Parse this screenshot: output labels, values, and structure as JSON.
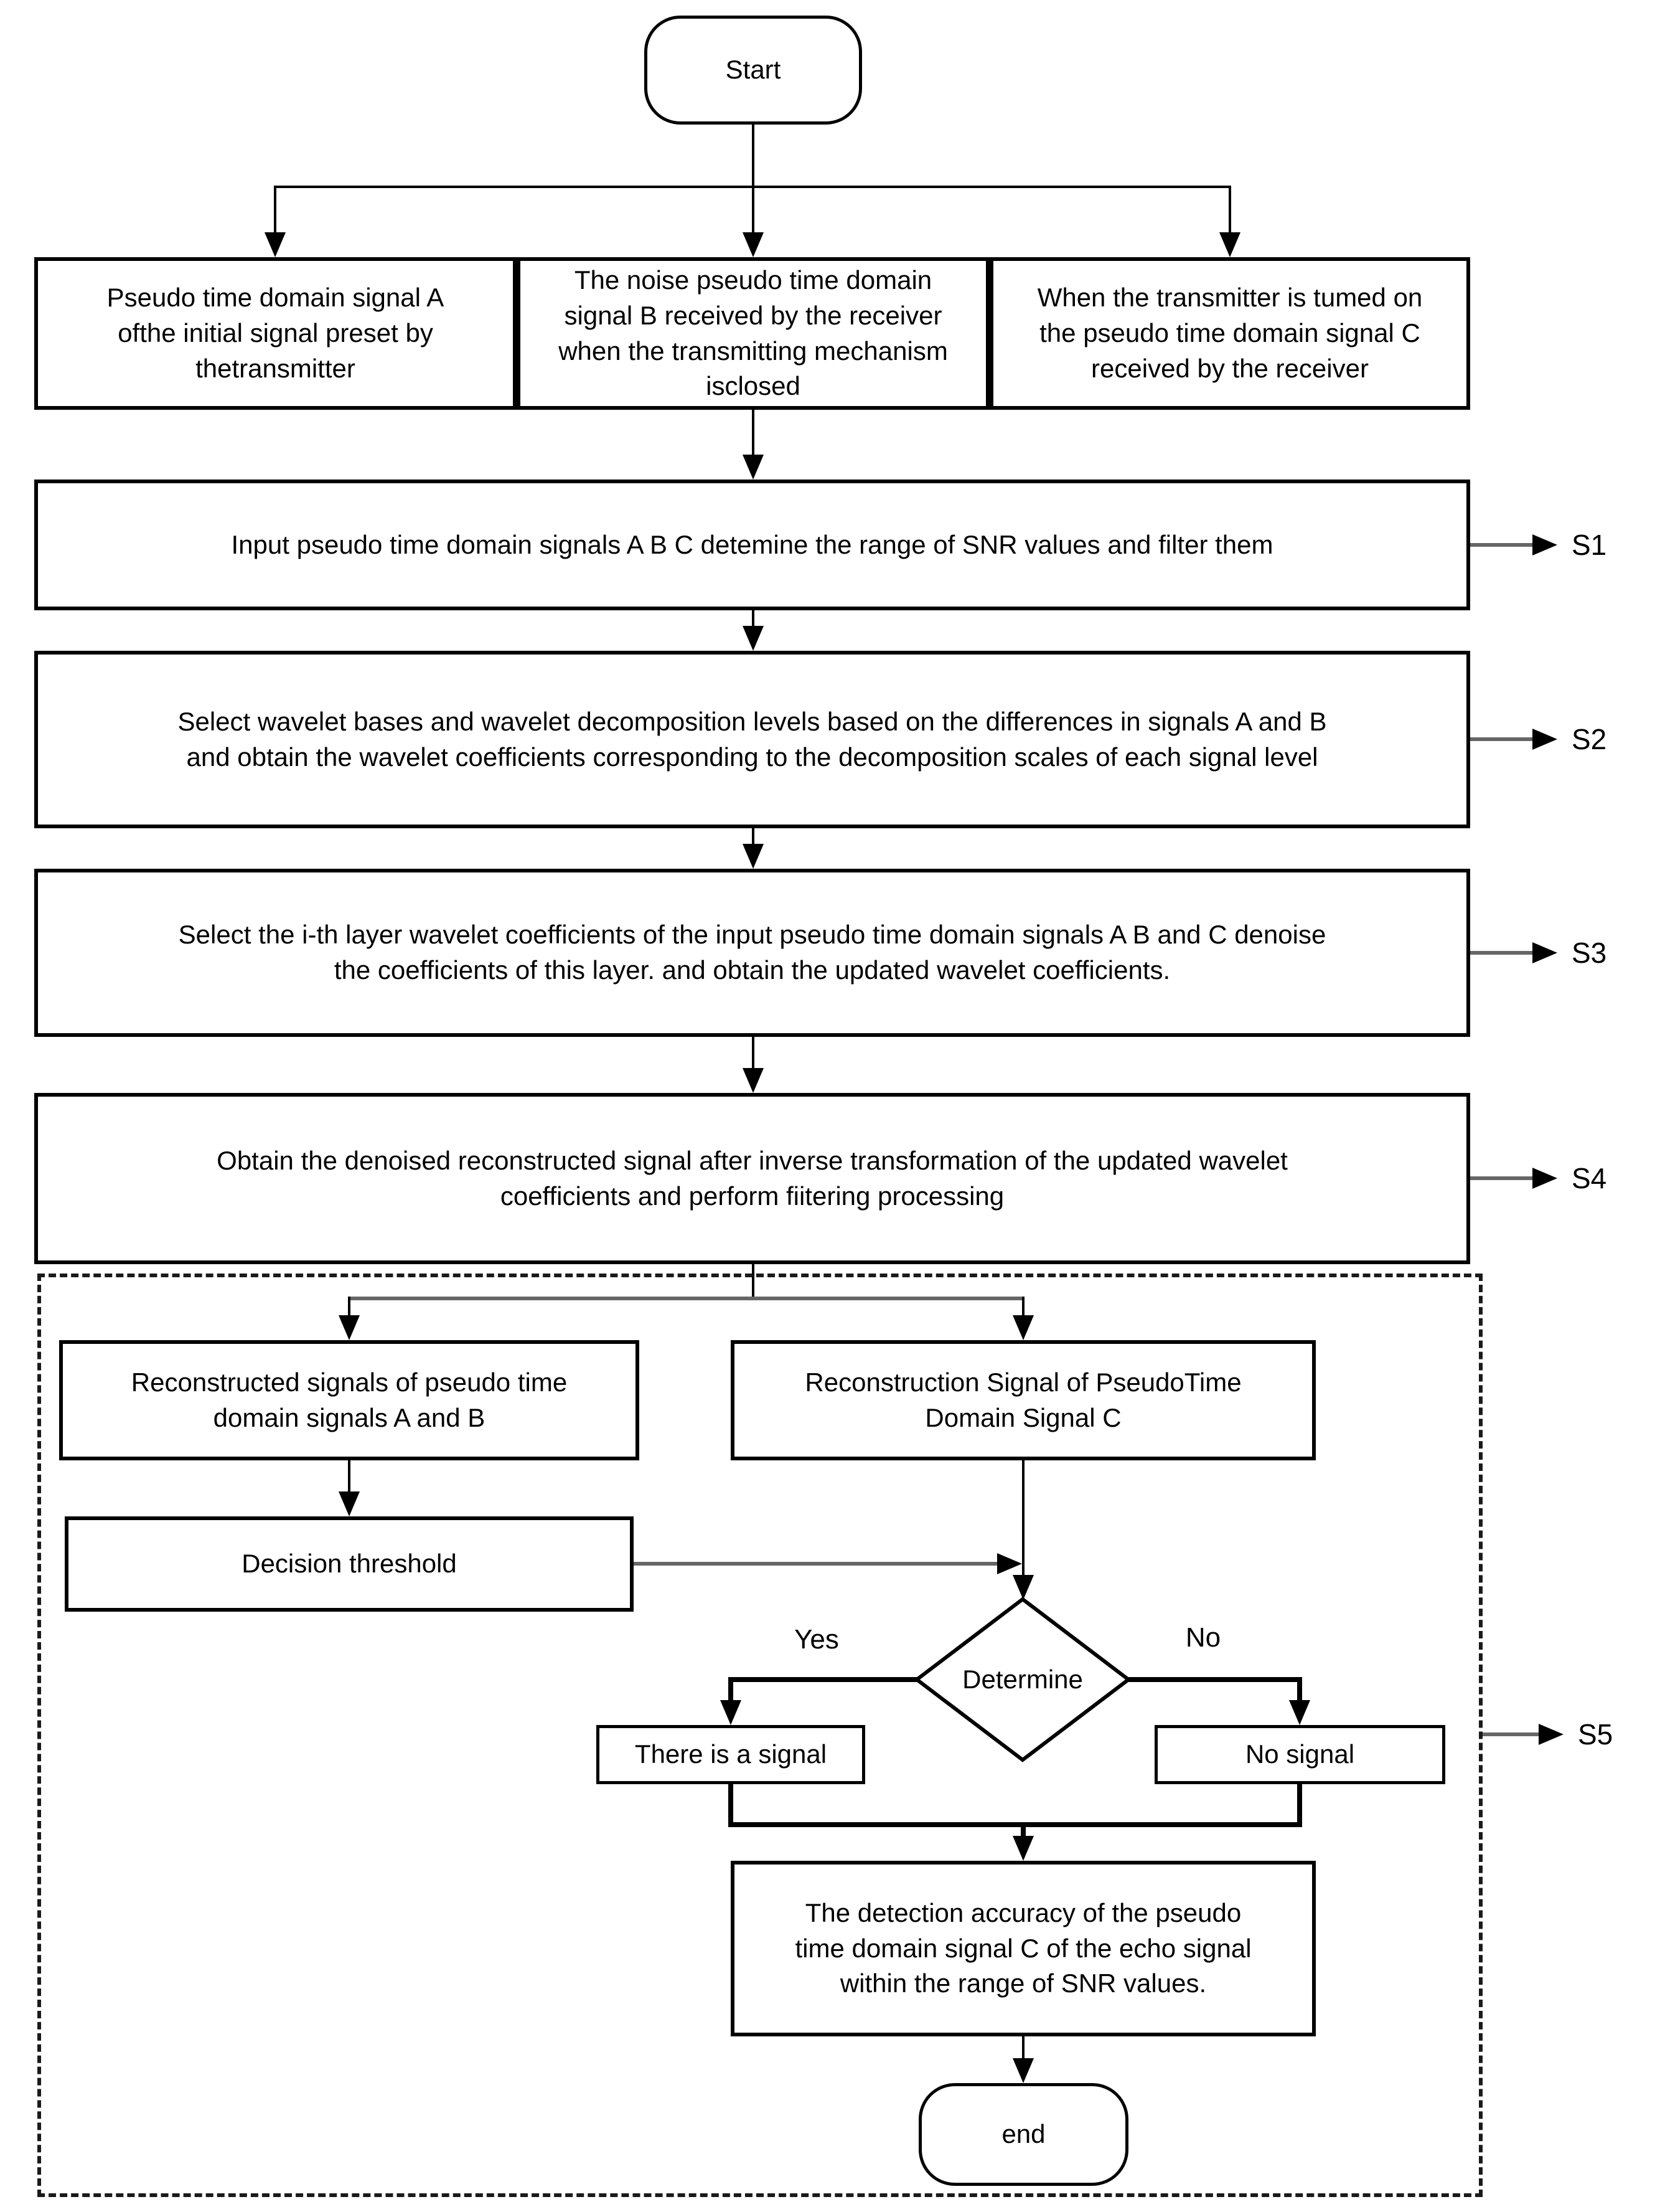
{
  "colors": {
    "line": "#000000",
    "connector_gray": "#666666",
    "background": "#ffffff"
  },
  "flowchart": {
    "start": "Start",
    "inputs": {
      "signal_a": "Pseudo time domain signal A\nofthe initial signal preset by\nthetransmitter",
      "signal_b": "The noise pseudo time domain\nsignal B received by the receiver\nwhen the transmitting mechanism\nisclosed",
      "signal_c": "When the transmitter is tumed on\nthe pseudo time domain signal C\nreceived by the receiver"
    },
    "steps": {
      "s1": {
        "label": "S1",
        "text": "Input pseudo time domain signals A B C detemine the range of SNR values and filter them"
      },
      "s2": {
        "label": "S2",
        "text": "Select wavelet bases and wavelet decomposition levels based on the differences in signals A and B\nand obtain the wavelet coefficients corresponding to the decomposition scales of each signal level"
      },
      "s3": {
        "label": "S3",
        "text": "Select the i-th layer wavelet coefficients of the input pseudo time domain signals A B and C denoise\nthe coefficients of this layer. and obtain the updated wavelet coefficients."
      },
      "s4": {
        "label": "S4",
        "text": "Obtain the denoised reconstructed signal after inverse transformation of the updated wavelet\ncoefficients and perform fiitering processing"
      },
      "s5": {
        "label": "S5"
      }
    },
    "s5_block": {
      "recon_ab": "Reconstructed signals of pseudo time\ndomain signals A and B",
      "recon_c": "Reconstruction Signal of PseudoTime\nDomain Signal C",
      "decision_threshold": "Decision threshold",
      "determine": "Determine",
      "yes": "Yes",
      "no": "No",
      "there_is_signal": "There is a signal",
      "no_signal": "No signal",
      "detection": "The detection accuracy of the pseudo\ntime domain signal C of the echo signal\nwithin the range of SNR values.",
      "end": "end"
    }
  }
}
